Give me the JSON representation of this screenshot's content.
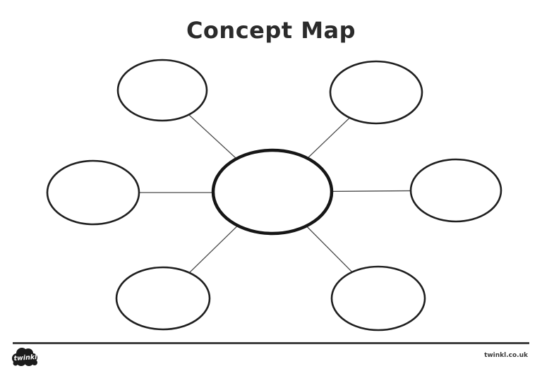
{
  "title": "Concept Map",
  "diagram": {
    "type": "concept-map",
    "center_label": "",
    "branch_labels": [
      "",
      "",
      "",
      "",
      "",
      ""
    ],
    "branch_count": 6
  },
  "colors": {
    "ink": "#1f1f1f",
    "connector_line": "#4a4a4a",
    "background": "#ffffff",
    "logo_fill": "#1b1b1b"
  },
  "footer": {
    "logo_text": "twinkl",
    "url": "twinkl.co.uk"
  }
}
